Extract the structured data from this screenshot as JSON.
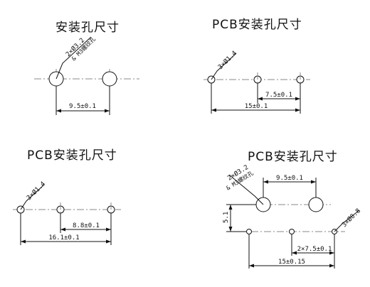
{
  "panels": [
    {
      "title": "安装孔尺寸",
      "callout_line1": "2×Ø3.2",
      "callout_line2": "& M3螺纹孔",
      "dim_pitch": "9.5±0.1"
    },
    {
      "title": "PCB安装孔尺寸",
      "callout": "3×Ø1.4",
      "dim_pitch": "7.5±0.1",
      "dim_total": "15±0.1"
    },
    {
      "title": "PCB安装孔尺寸",
      "callout": "3×Ø1.4",
      "dim_pitch": "8.8±0.1",
      "dim_total": "16.1±0.1"
    },
    {
      "title": "PCB安装孔尺寸",
      "callout_top_line1": "2×Ø3.2",
      "callout_top_line2": "& M3螺纹孔",
      "dim_top_pitch": "9.5±0.1",
      "dim_vertical": "5.1",
      "callout_bottom": "3×Ø0.8",
      "dim_bottom_pitch": "2×7.5±0.1",
      "dim_bottom_total": "15±0.15"
    }
  ]
}
